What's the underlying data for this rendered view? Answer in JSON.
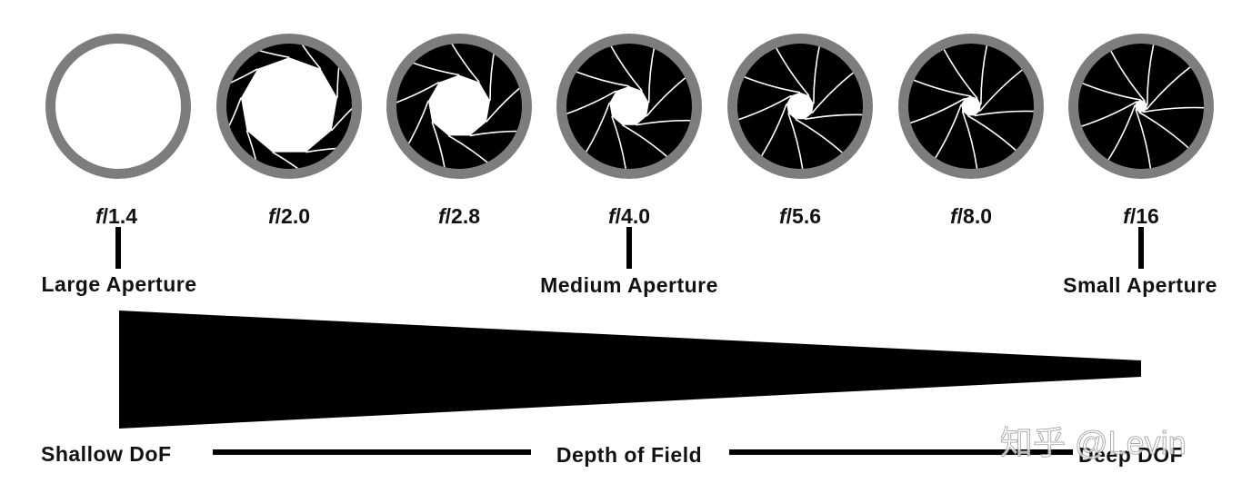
{
  "apertures": [
    {
      "prefix": "f",
      "value": "/1.4",
      "opening": 1.0
    },
    {
      "prefix": "f",
      "value": "/2.0",
      "opening": 0.78
    },
    {
      "prefix": "f",
      "value": "/2.8",
      "opening": 0.5
    },
    {
      "prefix": "f",
      "value": "/4.0",
      "opening": 0.32
    },
    {
      "prefix": "f",
      "value": "/5.6",
      "opening": 0.22
    },
    {
      "prefix": "f",
      "value": "/8.0",
      "opening": 0.16
    },
    {
      "prefix": "f",
      "value": "/16",
      "opening": 0.1
    }
  ],
  "size_labels": {
    "large": "Large Aperture",
    "medium": "Medium Aperture",
    "small": "Small Aperture"
  },
  "depth": {
    "shallow": "Shallow DoF",
    "title": "Depth of Field",
    "deep": "Deep DOF"
  },
  "watermark": "知乎 @Levin",
  "colors": {
    "ring": "#7d7d7d",
    "blades": "#000000",
    "blade_lines": "#ffffff",
    "text": "#111111"
  }
}
